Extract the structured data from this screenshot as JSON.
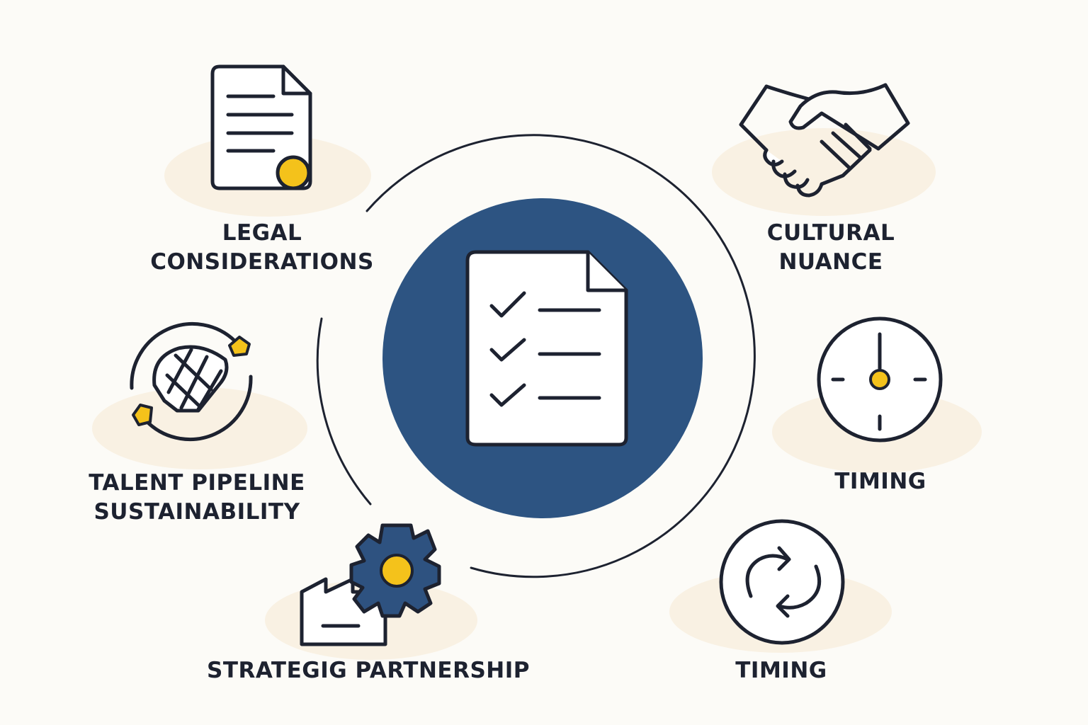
{
  "diagram": {
    "center": {
      "icon": "checklist-document-icon"
    },
    "items": [
      {
        "id": "legal",
        "icon": "document-seal-icon",
        "lines": [
          "LEGAL",
          "CONSIDERATIONS"
        ]
      },
      {
        "id": "cultural",
        "icon": "handshake-icon",
        "lines": [
          "CULTURAL",
          "NUANCE"
        ]
      },
      {
        "id": "talent",
        "icon": "cycle-globe-icon",
        "lines": [
          "TALENT PIPELINE",
          "SUSTAINABILITY"
        ]
      },
      {
        "id": "timing-clock",
        "icon": "clock-icon",
        "lines": [
          "TIMING"
        ]
      },
      {
        "id": "strategic",
        "icon": "factory-gear-icon",
        "lines": [
          "STRATEGIG PARTNERSHIP"
        ]
      },
      {
        "id": "timing-cycle",
        "icon": "refresh-cycle-icon",
        "lines": [
          "TIMING"
        ]
      }
    ]
  },
  "colors": {
    "background": "#fcfbf7",
    "center_fill": "#2d5482",
    "accent_yellow": "#f4c21b",
    "gear_blue": "#2e5280",
    "blob": "#f9f1e3",
    "stroke": "#1d2230"
  }
}
